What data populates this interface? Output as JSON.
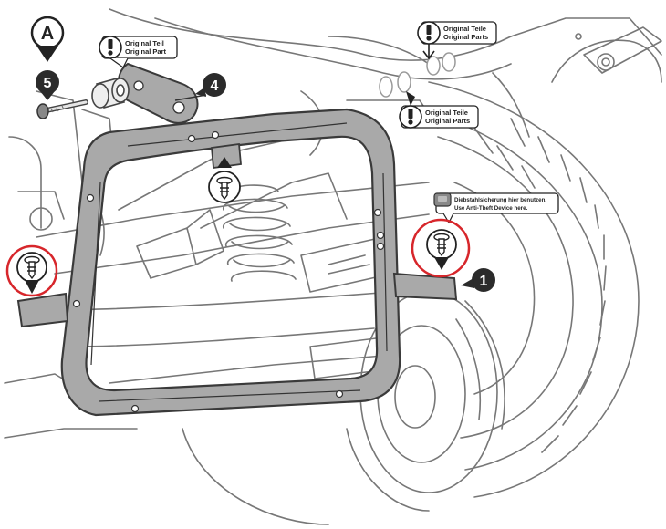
{
  "step_letter": "A",
  "step_numbers": {
    "five": "5",
    "four": "4",
    "one": "1"
  },
  "callouts": {
    "original_part_left": {
      "line1": "Original Teil",
      "line2": "Original Part"
    },
    "original_parts_top": {
      "line1": "Original Teile",
      "line2": "Original Parts"
    },
    "original_parts_mid": {
      "line1": "Original Teile",
      "line2": "Original Parts"
    },
    "anti_theft": {
      "line1": "Diebstahlsicherung hier benutzen.",
      "line2": "Use Anti-Theft Device here."
    }
  },
  "colors": {
    "frame_fill": "#a9a9a9",
    "frame_stroke": "#3a3a3a",
    "highlight_circle": "#d7262b",
    "marker_dark": "#2b2b2b",
    "line_art": "#6e6e6e"
  },
  "icons": [
    "exclamation-icon",
    "screw-fastener-icon",
    "anti-theft-lock-icon",
    "bolt-icon",
    "spacer-icon"
  ]
}
